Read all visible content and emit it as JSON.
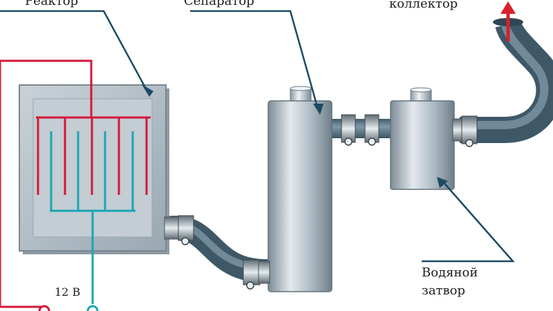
{
  "labels": {
    "reactor": "Реактор",
    "separator": "Сепаратор",
    "collector": "коллектор",
    "water_seal_line1": "Водяной",
    "water_seal_line2": "затвор",
    "voltage": "12 В"
  },
  "colors": {
    "pipe": "#5b7585",
    "tank_steel": "#a6b4be",
    "reactor_box": "#b8c4cc",
    "anode_wire": "#d4163a",
    "cathode_wire": "#18a6b5",
    "pointer": "#1c4a63",
    "arrow": "#d8202a"
  }
}
